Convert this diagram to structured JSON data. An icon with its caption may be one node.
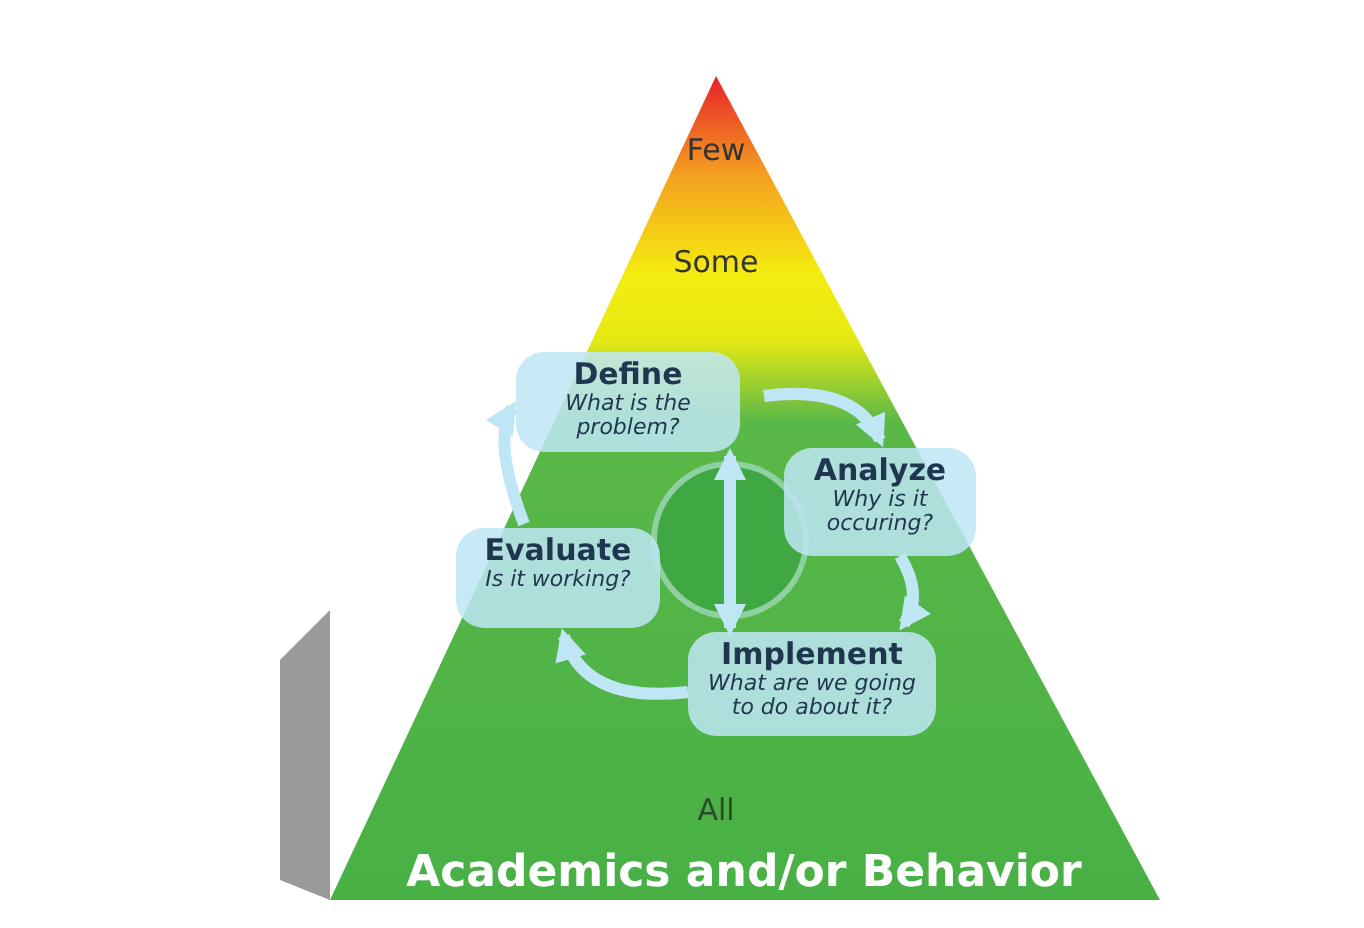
{
  "diagram": {
    "nodes": [
      {
        "text": [
          "Define",
          "What is the problem?"
        ]
      },
      {
        "text": [
          "Analyze",
          "Why is it occuring?"
        ]
      },
      {
        "text": [
          "Implement",
          "What are we going to do about it?"
        ]
      },
      {
        "text": [
          "Evaluate",
          "Is it working?"
        ]
      }
    ],
    "edges": [
      {
        "from": 0,
        "to": 1,
        "arrow": "to"
      },
      {
        "from": 1,
        "to": 2,
        "arrow": "to"
      },
      {
        "from": 2,
        "to": 3,
        "arrow": "to"
      },
      {
        "from": 3,
        "to": 0,
        "arrow": "to"
      },
      {
        "from": 0,
        "to": 2,
        "arrow": "both"
      }
    ],
    "labels": [
      "Few",
      "Some",
      "All",
      "Academics and/or Behavior"
    ]
  }
}
